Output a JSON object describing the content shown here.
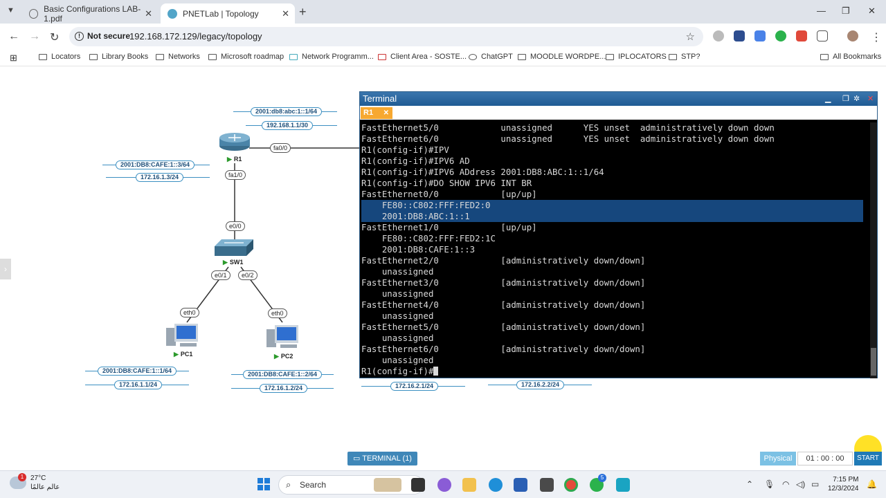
{
  "browser": {
    "tabs": [
      {
        "title": "Basic Configurations LAB-1.pdf"
      },
      {
        "title": "PNETLab | Topology"
      }
    ],
    "new_tab": "+",
    "security": "Not secure",
    "url": "192.168.172.129/legacy/topology",
    "bookmarks": [
      "Locators",
      "Library Books",
      "Networks",
      "Microsoft roadmap",
      "Network Programm...",
      "Client Area - SOSTE...",
      "ChatGPT",
      "MOODLE WORDPE...",
      "IPLOCATORS",
      "STP?"
    ],
    "all_bookmarks": "All Bookmarks"
  },
  "topology": {
    "labels": {
      "r1_ipv6": "2001:db8:abc:1::1/64",
      "r1_ipv4": "192.168.1.1/30",
      "r1_fa1_ipv6": "2001:DB8:CAFE:1::3/64",
      "r1_fa1_ipv4": "172.16.1.3/24",
      "pc1_ipv6": "2001:DB8:CAFE:1::1/64",
      "pc1_ipv4": "172.16.1.1/24",
      "pc2_ipv6": "2001:DB8:CAFE:1::2/64",
      "pc2_ipv4": "172.16.1.2/24",
      "net2_a": "172.16.2.1/24",
      "net2_b": "172.16.2.2/24"
    },
    "ports": {
      "r1_fa00": "fa0/0",
      "r1_fa10": "fa1/0",
      "sw1_e00": "e0/0",
      "sw1_e01": "e0/1",
      "sw1_e02": "e0/2",
      "pc1_eth0": "eth0",
      "pc2_eth0": "eth0"
    },
    "devices": {
      "r1": "R1",
      "sw1": "SW1",
      "pc1": "PC1",
      "pc2": "PC2"
    }
  },
  "terminal": {
    "title": "Terminal",
    "tab": "R1",
    "lines": [
      {
        "text": "FastEthernet5/0            unassigned      YES unset  administratively down down",
        "selected": false
      },
      {
        "text": "FastEthernet6/0            unassigned      YES unset  administratively down down",
        "selected": false
      },
      {
        "text": "R1(config-if)#IPV",
        "selected": false
      },
      {
        "text": "R1(config-if)#IPV6 AD",
        "selected": false
      },
      {
        "text": "R1(config-if)#IPV6 ADdress 2001:DB8:ABC:1::1/64",
        "selected": false
      },
      {
        "text": "R1(config-if)#DO SHOW IPV6 INT BR",
        "selected": false
      },
      {
        "text": "FastEthernet0/0            [up/up]",
        "selected": false
      },
      {
        "text": "    FE80::C802:FFF:FED2:0",
        "selected": true
      },
      {
        "text": "    2001:DB8:ABC:1::1",
        "selected": true
      },
      {
        "text": "FastEthernet1/0            [up/up]",
        "selected": false
      },
      {
        "text": "    FE80::C802:FFF:FED2:1C",
        "selected": false
      },
      {
        "text": "    2001:DB8:CAFE:1::3",
        "selected": false
      },
      {
        "text": "FastEthernet2/0            [administratively down/down]",
        "selected": false
      },
      {
        "text": "    unassigned",
        "selected": false
      },
      {
        "text": "FastEthernet3/0            [administratively down/down]",
        "selected": false
      },
      {
        "text": "    unassigned",
        "selected": false
      },
      {
        "text": "FastEthernet4/0            [administratively down/down]",
        "selected": false
      },
      {
        "text": "    unassigned",
        "selected": false
      },
      {
        "text": "FastEthernet5/0            [administratively down/down]",
        "selected": false
      },
      {
        "text": "    unassigned",
        "selected": false
      },
      {
        "text": "FastEthernet6/0            [administratively down/down]",
        "selected": false
      },
      {
        "text": "    unassigned",
        "selected": false
      }
    ],
    "prompt": "R1(config-if)#"
  },
  "controls": {
    "terminal_button": "TERMINAL (1)",
    "physical": "Physical",
    "timer": "01 : 00 : 00",
    "start": "START"
  },
  "taskbar": {
    "temp": "27°C",
    "weather_note": "عالم عالمًا",
    "notif_count": "1",
    "search": "Search",
    "chat_badge": "5",
    "time": "7:15 PM",
    "date": "12/3/2024"
  }
}
